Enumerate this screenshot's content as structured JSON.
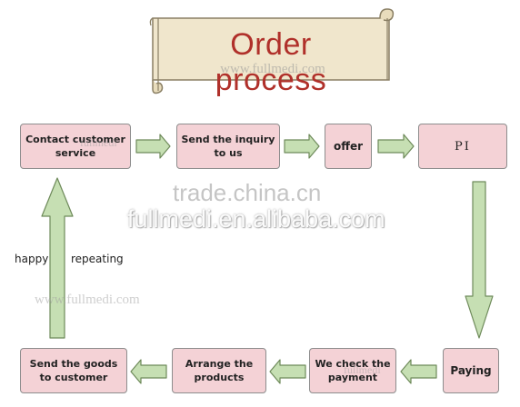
{
  "banner": {
    "title": "Order process",
    "watermark": "www.fullmedi.com"
  },
  "steps": {
    "contact": "Contact customer service",
    "inquiry": "Send the inquiry to us",
    "offer": "offer",
    "pi": "PI",
    "paying": "Paying",
    "check": "We check the payment",
    "arrange": "Arrange the products",
    "send_goods": "Send the goods to customer"
  },
  "labels": {
    "happy": "happy",
    "repeating": "repeating"
  },
  "watermarks": {
    "trade": "trade.china.cn",
    "fullmedi": "fullmedi.en.alibaba.com",
    "www": "www.fullmedi.com",
    "box_fullmedi": "fullmedi"
  },
  "colors": {
    "box_fill": "#f4d2d6",
    "arrow_fill": "#c6dfb3",
    "arrow_stroke": "#6e8a5a",
    "title_color": "#b0302a",
    "banner_fill": "#f0e6cc"
  }
}
